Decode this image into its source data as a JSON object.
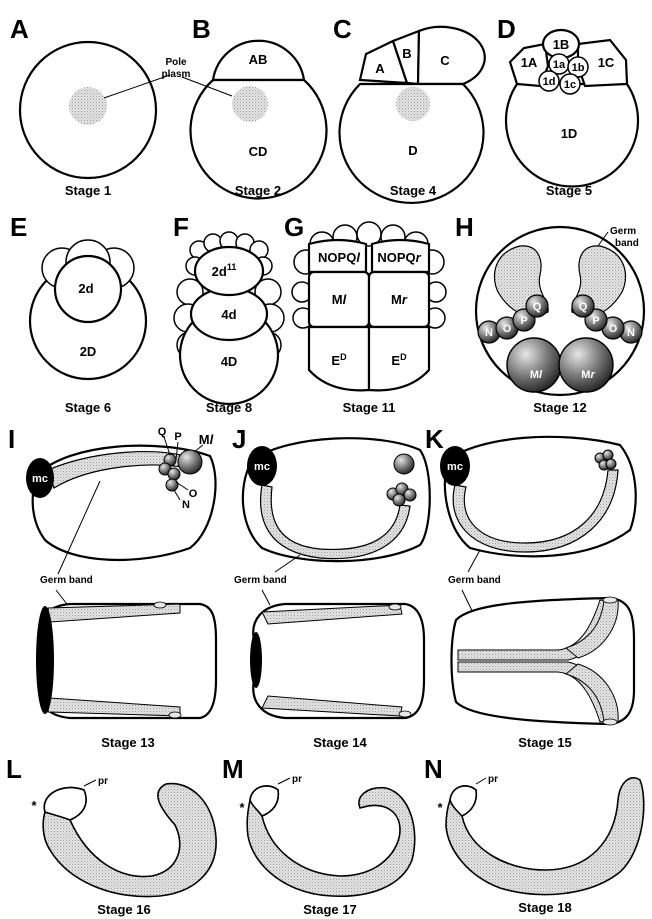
{
  "panels": [
    "A",
    "B",
    "C",
    "D",
    "E",
    "F",
    "G",
    "H",
    "I",
    "J",
    "K",
    "L",
    "M",
    "N"
  ],
  "stages": {
    "s1": "Stage 1",
    "s2": "Stage 2",
    "s4": "Stage 4",
    "s5": "Stage 5",
    "s6": "Stage 6",
    "s8": "Stage 8",
    "s11": "Stage 11",
    "s12": "Stage 12",
    "s13": "Stage 13",
    "s14": "Stage 14",
    "s15": "Stage 15",
    "s16": "Stage 16",
    "s17": "Stage 17",
    "s18": "Stage 18"
  },
  "labels": {
    "pole_plasm_1": "Pole",
    "pole_plasm_2": "plasm",
    "AB": "AB",
    "CD": "CD",
    "A": "A",
    "B": "B",
    "C": "C",
    "D": "D",
    "1A": "1A",
    "1B": "1B",
    "1C": "1C",
    "1D": "1D",
    "1a": "1a",
    "1b": "1b",
    "1c": "1c",
    "1d": "1d",
    "2d": "2d",
    "2D": "2D",
    "2d11_base": "2d",
    "2d11_sup": "11",
    "4d": "4d",
    "4D": "4D",
    "NOPQl_base": "NOPQ",
    "NOPQl_it": "l",
    "NOPQr_base": "NOPQ",
    "NOPQr_it": "r",
    "M_base": "M",
    "Ml_it": "l",
    "Mr_it": "r",
    "E": "E",
    "ED_sup": "D",
    "germ_band_1": "Germ",
    "germ_band_2": "band",
    "Q": "Q",
    "P": "P",
    "O": "O",
    "N": "N",
    "mc": "mc",
    "germ_band": "Germ band",
    "pr": "pr",
    "asterisk": "*"
  },
  "colors": {
    "stipple": "#c8c8c8",
    "dark": "#000000"
  }
}
